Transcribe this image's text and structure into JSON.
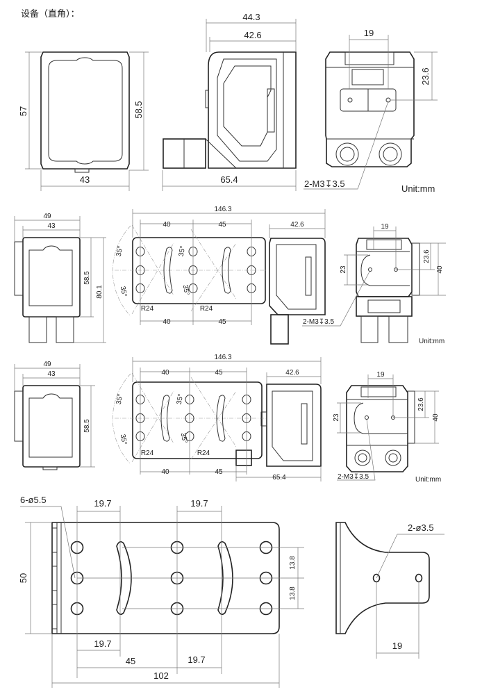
{
  "title": "设备（直角）：",
  "unit": "Unit:mm",
  "view1": {
    "front_height": "57",
    "front_height_outer": "58.5",
    "front_width": "43",
    "side_depth": "44.3",
    "side_depth_inner": "42.6",
    "side_total": "65.4",
    "back_spacing": "19",
    "back_height": "23.6",
    "thread_note": "2-M3↧3.5"
  },
  "view2": {
    "width_outer": "49",
    "width": "43",
    "height": "58.5",
    "height_total": "80.1",
    "total_length": "146.3",
    "top_dims": [
      "40",
      "45"
    ],
    "cam_depth": "42.6",
    "bottom_dims": [
      "40",
      "45"
    ],
    "radius": [
      "R24",
      "R24"
    ],
    "angles": [
      "35°",
      "35°",
      "35°",
      "35°"
    ],
    "back_spacing": "19",
    "back_h1": "23.6",
    "back_h2": "40",
    "back_h3": "23",
    "thread_note": "2-M3↧3.5"
  },
  "view3": {
    "width_outer": "49",
    "width": "43",
    "height": "58.5",
    "total_length": "146.3",
    "top_dims": [
      "40",
      "45"
    ],
    "cam_depth": "42.6",
    "bottom_dims": [
      "40",
      "45"
    ],
    "side_total": "65.4",
    "radius": [
      "R24",
      "R24"
    ],
    "angles": [
      "35°",
      "35°",
      "35°",
      "35°"
    ],
    "back_spacing": "19",
    "back_h1": "23.6",
    "back_h2": "40",
    "back_h3": "23",
    "thread_note": "2-M3↧3.5"
  },
  "bracket": {
    "hole_note": "6-ø5.5",
    "top_dims": [
      "19.7",
      "19.7"
    ],
    "height": "50",
    "row_dims": [
      "13.8",
      "13.8"
    ],
    "bottom_dim_1": "19.7",
    "bottom_dim_2": "45",
    "bottom_dim_3": "19.7",
    "length": "102",
    "side_hole_note": "2-ø3.5",
    "side_spacing": "19"
  }
}
